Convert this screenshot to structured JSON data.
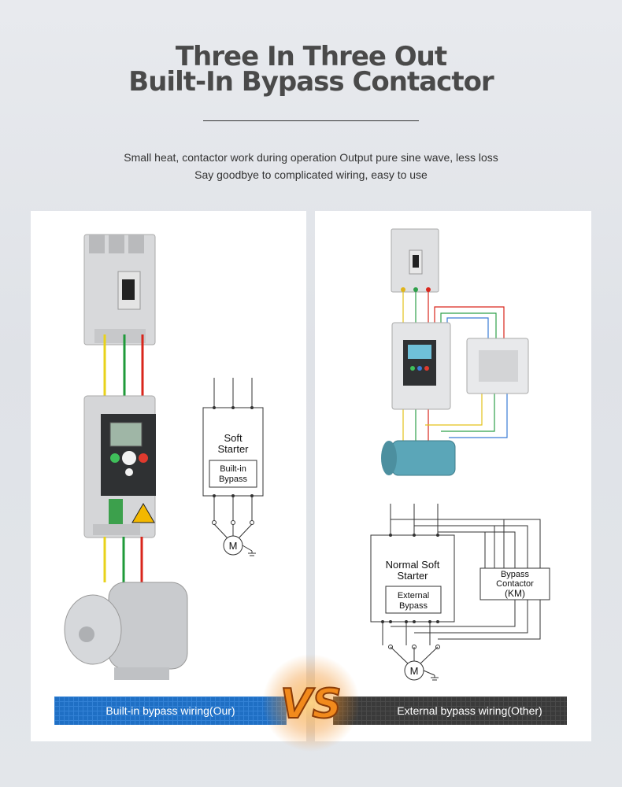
{
  "header": {
    "title_line1": "Three In Three Out",
    "title_line2": "Built-In Bypass Contactor",
    "subtitle_line1": "Small heat, contactor work during operation Output pure sine wave, less loss",
    "subtitle_line2": "Say goodbye to complicated wiring, easy to use"
  },
  "left_diagram": {
    "box_label_1": "Soft",
    "box_label_2": "Starter",
    "inner_label_1": "Built-in",
    "inner_label_2": "Bypass",
    "motor": "M"
  },
  "right_diagram": {
    "box_label_1": "Normal Soft",
    "box_label_2": "Starter",
    "inner_label_1": "External",
    "inner_label_2": "Bypass",
    "contactor_1": "Bypass",
    "contactor_2": "Contactor",
    "contactor_3": "(KM)",
    "motor": "M"
  },
  "banners": {
    "left": "Built-in bypass wiring(Our)",
    "right": "External bypass wiring(Other)",
    "vs": "VS"
  },
  "colors": {
    "wire_yellow": "#e8d21a",
    "wire_green": "#1f9a3a",
    "wire_red": "#d9261c",
    "banner_blue": "#1f6fc4",
    "banner_dark": "#3a3a3a",
    "vs_orange": "#f08a1c"
  }
}
